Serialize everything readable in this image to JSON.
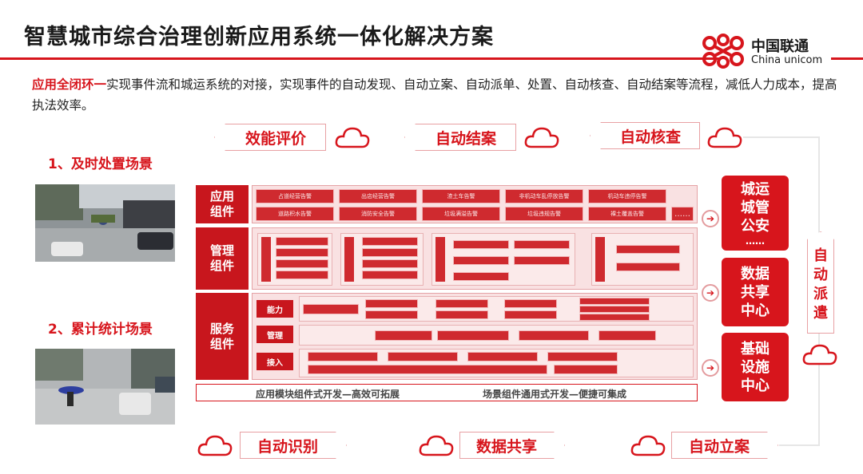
{
  "title": "智慧城市综合治理创新应用系统一体化解决方案",
  "logo": {
    "cn": "中国联通",
    "en": "China unicom"
  },
  "intro": {
    "highlight": "应用全闭环一",
    "text": "实现事件流和城运系统的对接，实现事件的自动发现、自动立案、自动派单、处置、自动核查、自动结案等流程，减低人力成本，提高执法效率。"
  },
  "flow_top": [
    "效能评价",
    "自动结案",
    "自动核查"
  ],
  "flow_bottom": [
    "自动识别",
    "数据共享",
    "自动立案"
  ],
  "dispatch": "自动派遣",
  "scenes": [
    "1、及时处置场景",
    "2、累计统计场景"
  ],
  "layers": {
    "app": "应用组件",
    "mgmt": "管理组件",
    "service": "服务组件"
  },
  "service_rows": [
    "能力",
    "管理",
    "接入"
  ],
  "app_chips": [
    "占道经营告警",
    "出店经营告警",
    "渣土车告警",
    "非机动车乱停放告警",
    "机动车违停告警",
    "道路积水告警",
    "消防安全告警",
    "垃圾满溢告警",
    "垃圾违规告警",
    "裸土覆盖告警"
  ],
  "more": "……",
  "bottom_bar": {
    "left": "应用模块组件式开发—高效可拓展",
    "right": "场景组件通用式开发—便捷可集成"
  },
  "centers": [
    {
      "lines": [
        "城运",
        "城管",
        "公安",
        "……"
      ]
    },
    {
      "lines": [
        "数据",
        "共享",
        "中心"
      ]
    },
    {
      "lines": [
        "基础",
        "设施",
        "中心"
      ]
    }
  ],
  "colors": {
    "accent": "#d7151c",
    "panel": "#f9e1e2"
  }
}
